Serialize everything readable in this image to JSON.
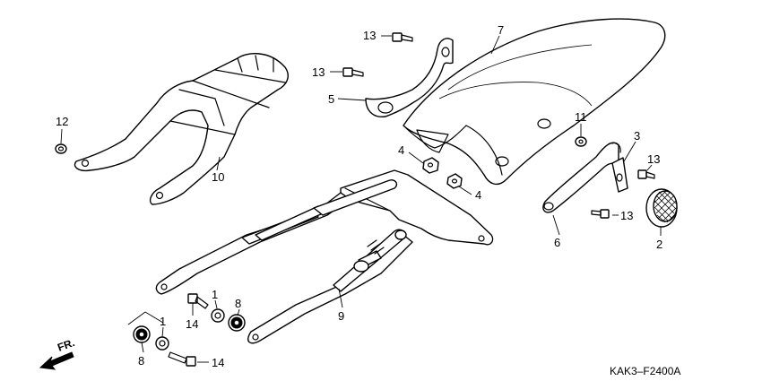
{
  "diagram_code": "KAK3–F2400A",
  "front_label": "FR.",
  "callouts": [
    {
      "id": "c13a",
      "text": "13"
    },
    {
      "id": "c13b",
      "text": "13"
    },
    {
      "id": "c5",
      "text": "5"
    },
    {
      "id": "c7",
      "text": "7"
    },
    {
      "id": "c12",
      "text": "12"
    },
    {
      "id": "c10",
      "text": "10"
    },
    {
      "id": "c4a",
      "text": "4"
    },
    {
      "id": "c4b",
      "text": "4"
    },
    {
      "id": "c11",
      "text": "11"
    },
    {
      "id": "c3",
      "text": "3"
    },
    {
      "id": "c13c",
      "text": "13"
    },
    {
      "id": "c13d",
      "text": "13"
    },
    {
      "id": "c2",
      "text": "2"
    },
    {
      "id": "c6",
      "text": "6"
    },
    {
      "id": "c9",
      "text": "9"
    },
    {
      "id": "c1a",
      "text": "1"
    },
    {
      "id": "c14a",
      "text": "14"
    },
    {
      "id": "c8a",
      "text": "8"
    },
    {
      "id": "c1b",
      "text": "1"
    },
    {
      "id": "c8b",
      "text": "8"
    },
    {
      "id": "c14b",
      "text": "14"
    }
  ]
}
